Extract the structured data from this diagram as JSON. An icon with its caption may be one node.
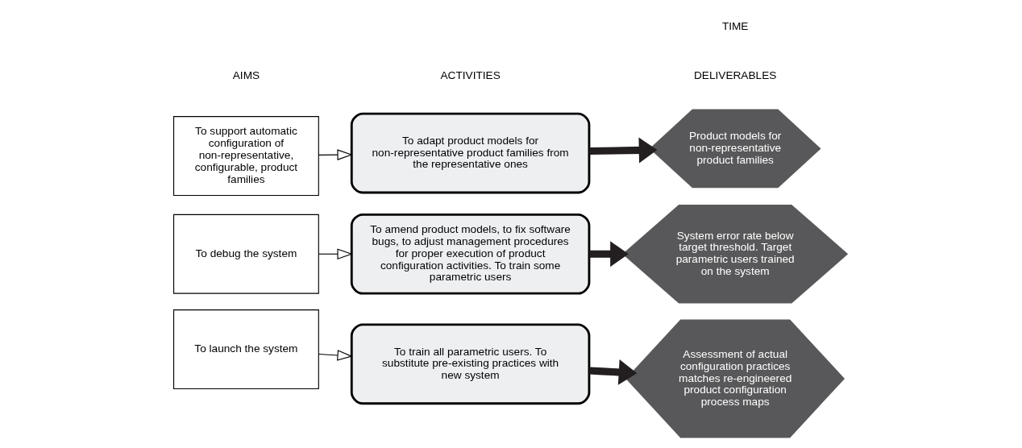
{
  "diagram": {
    "nodes": [
      {
        "text": [
          "To support automatic configuration of non-representative, configurable, product families"
        ]
      },
      {
        "text": [
          "To adapt product models for non-representative product families from the representative ones"
        ]
      },
      {
        "text": [
          "Product models for non-representative product families"
        ]
      },
      {
        "text": [
          "To debug the system"
        ]
      },
      {
        "text": [
          "To amend product models, to fix software bugs, to adjust management procedures for proper execution of product configuration activities. To train some parametric users"
        ]
      },
      {
        "text": [
          "System error rate below target threshold. Target parametric users trained on the system"
        ]
      },
      {
        "text": [
          "To launch the system"
        ]
      },
      {
        "text": [
          "To train all parametric users. To substitute pre-existing practices with new system"
        ]
      },
      {
        "text": [
          "Assessment of actual configuration practices matches re-engineered product configuration process maps"
        ]
      }
    ],
    "edges": [
      {
        "from": 0,
        "to": 1,
        "arrow": "to"
      },
      {
        "from": 1,
        "to": 2,
        "arrow": "to",
        "style": "thick"
      },
      {
        "from": 3,
        "to": 4,
        "arrow": "to"
      },
      {
        "from": 4,
        "to": 5,
        "arrow": "to",
        "style": "thick"
      },
      {
        "from": 6,
        "to": 7,
        "arrow": "to"
      },
      {
        "from": 7,
        "to": 8,
        "arrow": "to",
        "style": "thick"
      }
    ],
    "labels": [
      "AIMS",
      "ACTIVITIES",
      "DELIVERABLES",
      "TIME"
    ]
  }
}
